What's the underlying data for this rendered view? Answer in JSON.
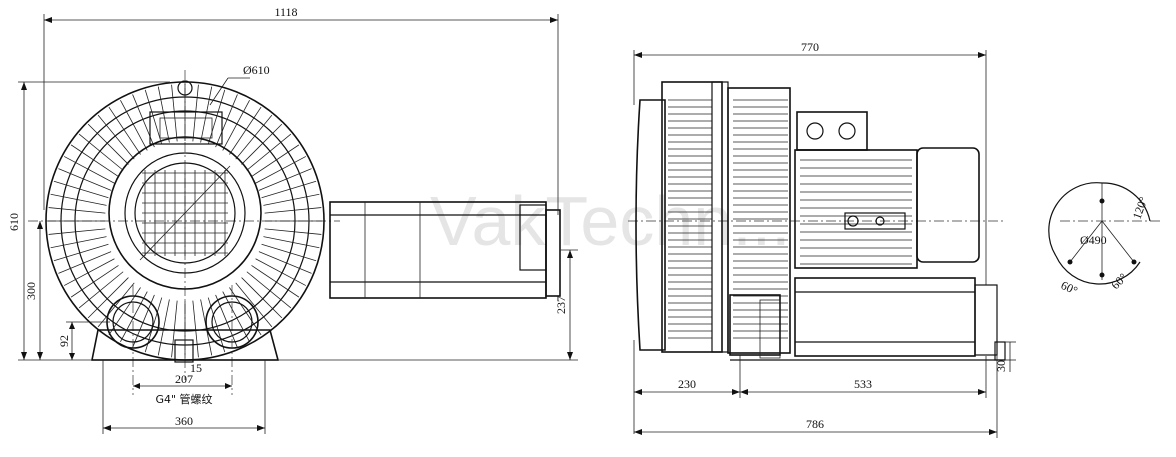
{
  "watermark": "VakTechn...",
  "front_view": {
    "dim_overall_width": "1118",
    "dim_diameter": "Ø610",
    "dim_height": "610",
    "dim_axis_height": "300",
    "dim_outlet_height": "92",
    "dim_port_spacing": "207",
    "dim_port_offset": "15",
    "dim_base_width": "360",
    "dim_flange_height": "237",
    "port_thread_note": "G4\" 管螺纹"
  },
  "side_view": {
    "dim_top_length": "770",
    "dim_left_section": "230",
    "dim_right_section": "533",
    "dim_total_length": "786",
    "dim_foot_height": "30"
  },
  "flange_detail": {
    "dim_bolt_circle": "Ø490",
    "angle_top": "120°",
    "angle_left": "60°",
    "angle_right": "60°"
  }
}
